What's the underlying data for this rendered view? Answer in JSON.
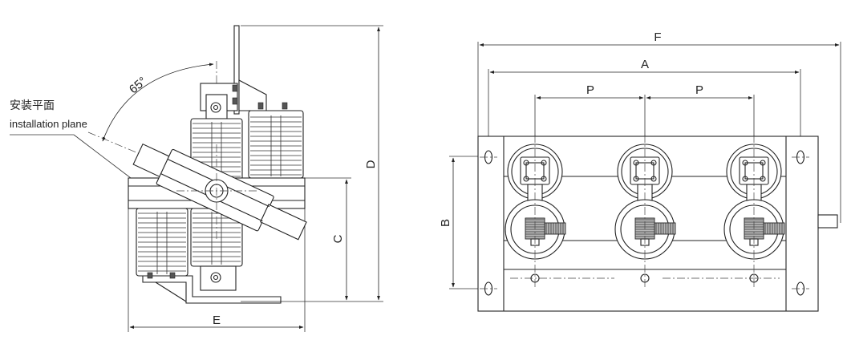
{
  "side_view": {
    "angle_label": "65°",
    "plane_label_cn": "安装平面",
    "plane_label_en": "installation plane",
    "dim_c": "C",
    "dim_d": "D",
    "dim_e": "E"
  },
  "top_view": {
    "dim_f": "F",
    "dim_a": "A",
    "dim_p1": "P",
    "dim_p2": "P",
    "dim_b": "B"
  }
}
